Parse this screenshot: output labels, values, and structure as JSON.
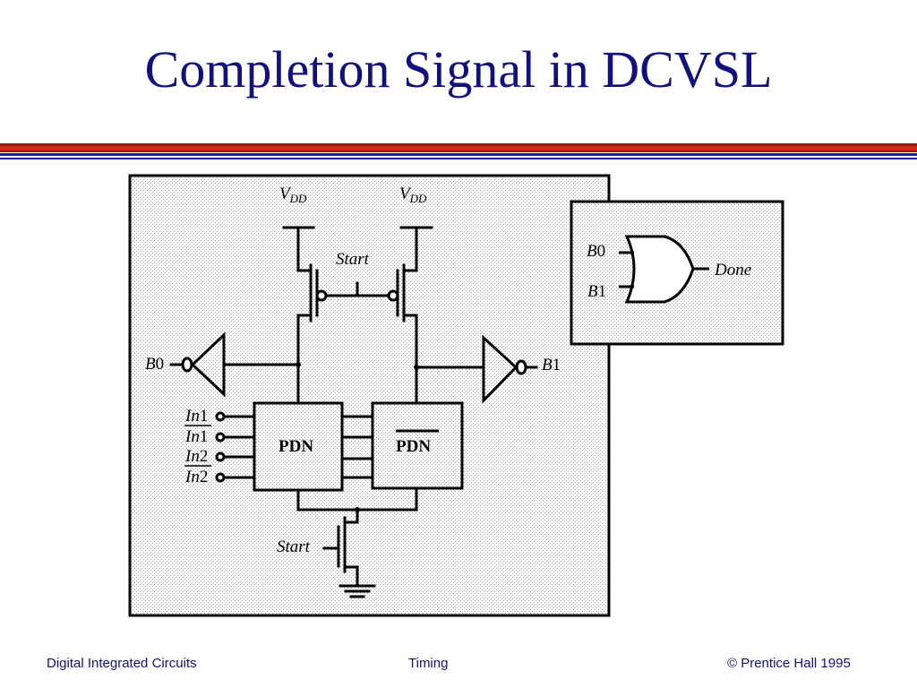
{
  "slide": {
    "title": "Completion Signal in DCVSL"
  },
  "footer": {
    "left": "Digital Integrated Circuits",
    "center": "Timing",
    "right": "© Prentice Hall 1995"
  },
  "diagram": {
    "vdd_base": "V",
    "vdd_sub": "DD",
    "start": "Start",
    "b0_letter": "B",
    "b0_digit": "0",
    "b1_letter": "B",
    "b1_digit": "1",
    "pdn_left": "PDN",
    "pdn_right": "PDN",
    "inputs": [
      {
        "name": "In",
        "digit": "1",
        "bar": true
      },
      {
        "name": "In",
        "digit": "1",
        "bar": false
      },
      {
        "name": "In",
        "digit": "2",
        "bar": true
      },
      {
        "name": "In",
        "digit": "2",
        "bar": false
      }
    ],
    "done": "Done"
  },
  "colors": {
    "title": "#10107e",
    "footer": "#10107e",
    "bar_red": "#d4261a",
    "bar_blue": "#1c1c9e"
  }
}
